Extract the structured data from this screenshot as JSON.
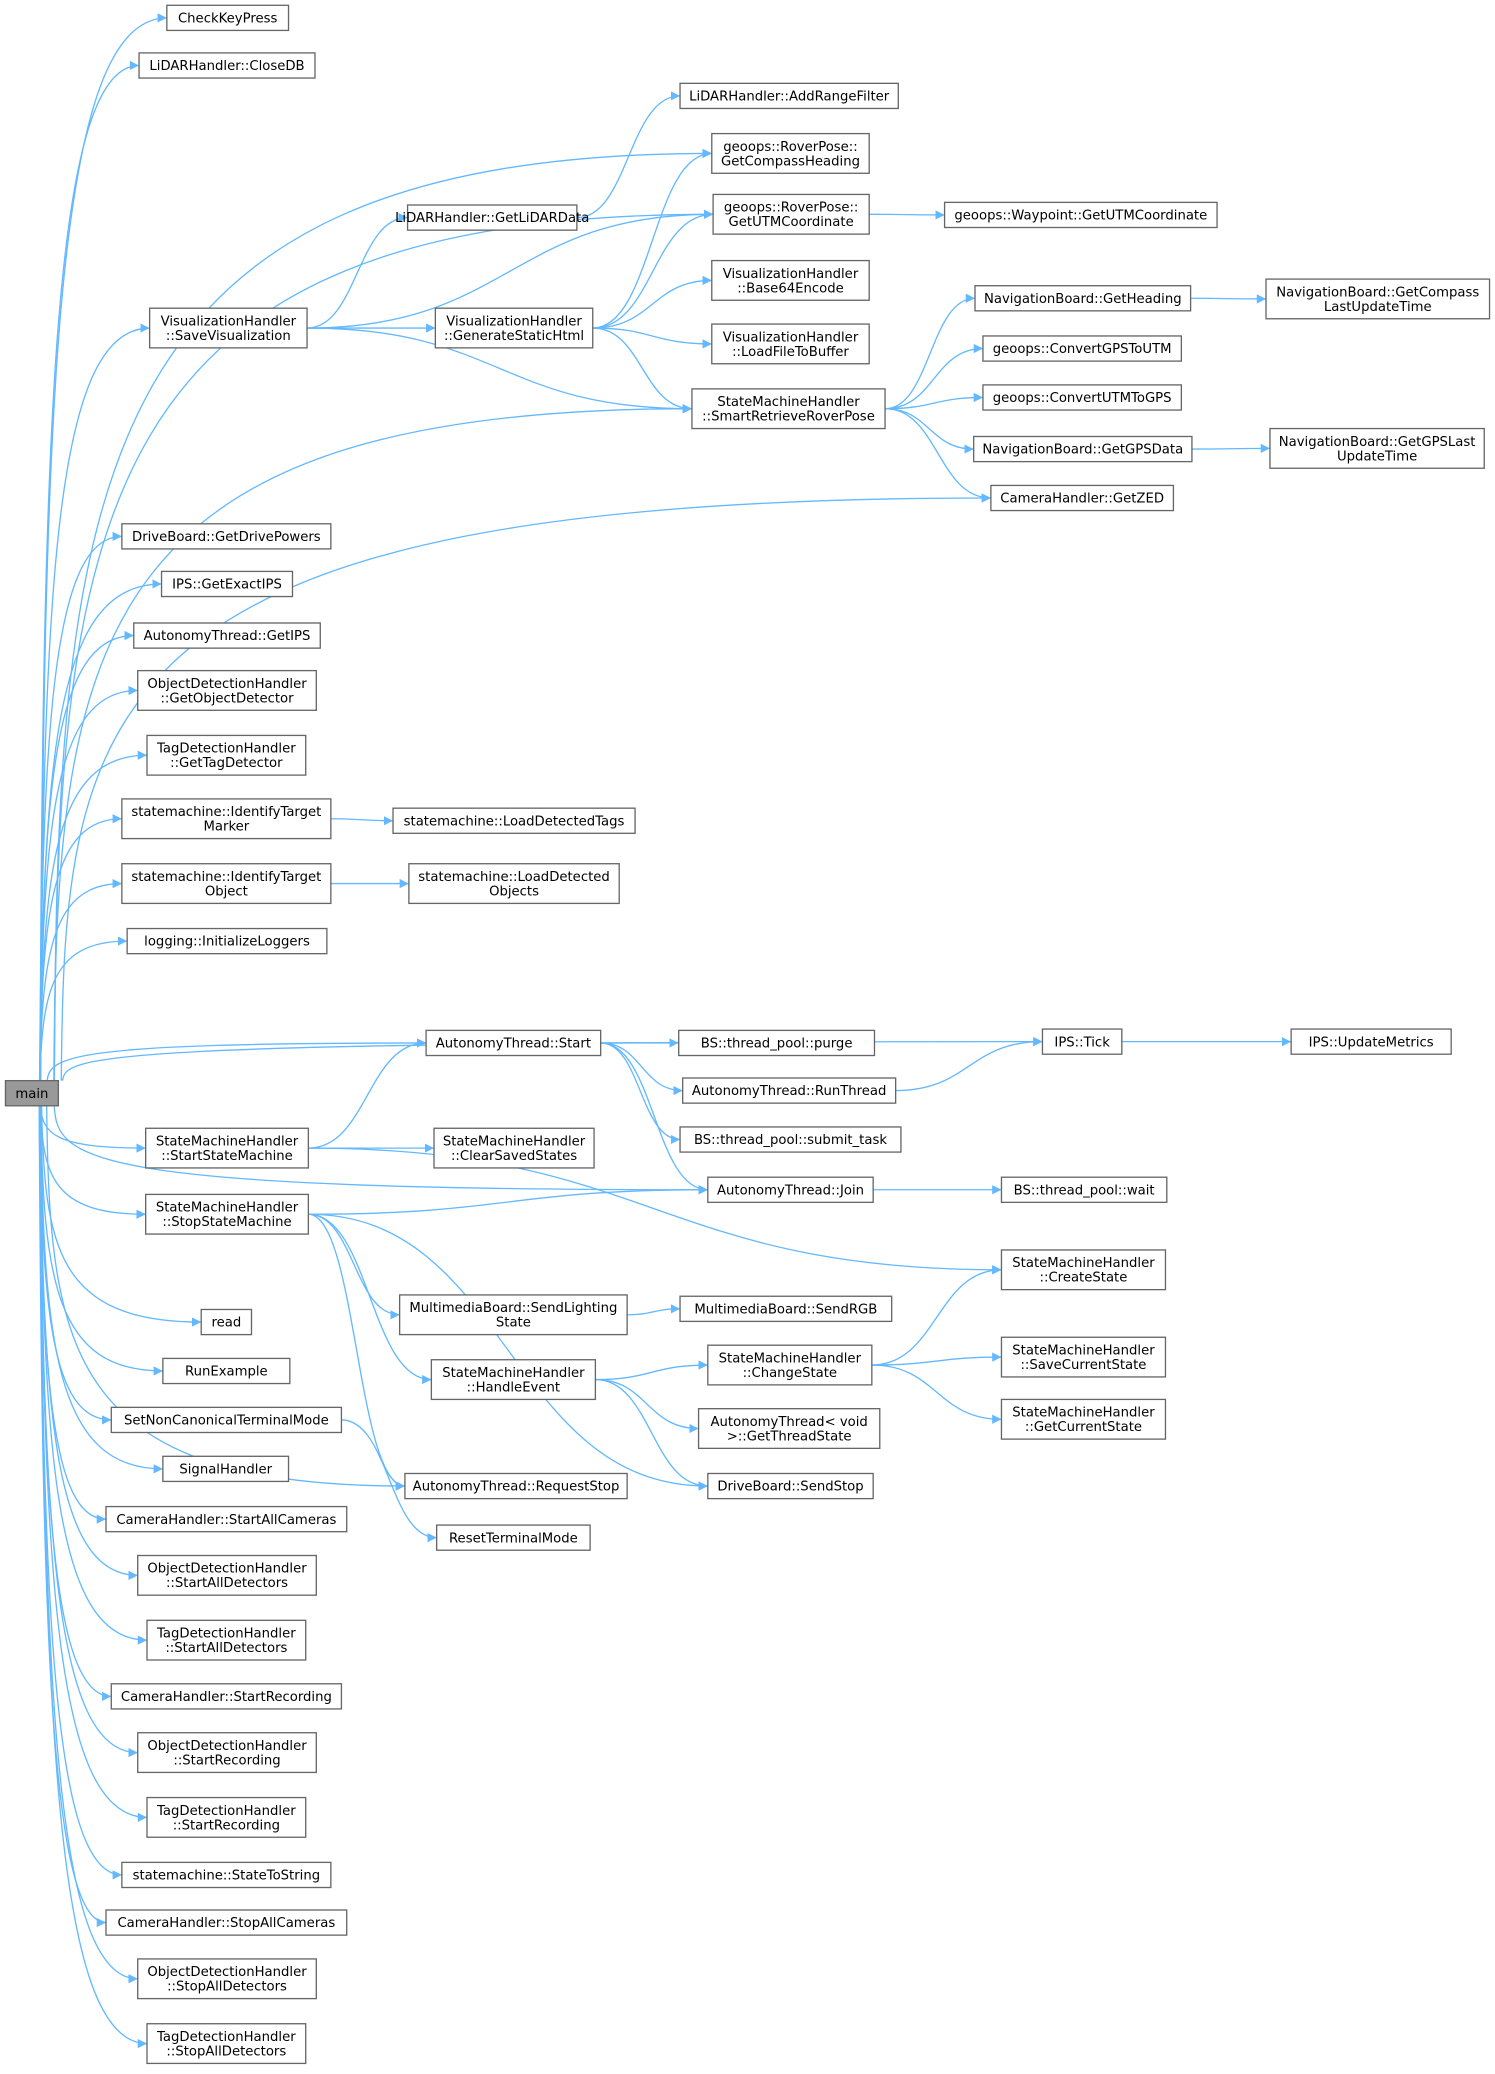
{
  "colors": {
    "edge": "#63b8ff",
    "root_fill": "#999999",
    "node_border": "#666666"
  },
  "nodes": [
    {
      "id": "main",
      "lines": [
        "main"
      ]
    },
    {
      "id": "checkkey",
      "lines": [
        "CheckKeyPress"
      ]
    },
    {
      "id": "closedb",
      "lines": [
        "LiDARHandler::CloseDB"
      ]
    },
    {
      "id": "addrange",
      "lines": [
        "LiDARHandler::AddRangeFilter"
      ]
    },
    {
      "id": "compass",
      "lines": [
        "geoops::RoverPose::",
        "GetCompassHeading"
      ]
    },
    {
      "id": "lidardata",
      "lines": [
        "LiDARHandler::GetLiDARData"
      ]
    },
    {
      "id": "roverutm",
      "lines": [
        "geoops::RoverPose::",
        "GetUTMCoordinate"
      ]
    },
    {
      "id": "wputm",
      "lines": [
        "geoops::Waypoint::GetUTMCoordinate"
      ]
    },
    {
      "id": "b64",
      "lines": [
        "VisualizationHandler",
        "::Base64Encode"
      ]
    },
    {
      "id": "savevis",
      "lines": [
        "VisualizationHandler",
        "::SaveVisualization"
      ]
    },
    {
      "id": "genhtml",
      "lines": [
        "VisualizationHandler",
        "::GenerateStaticHtml"
      ]
    },
    {
      "id": "getheading",
      "lines": [
        "NavigationBoard::GetHeading"
      ]
    },
    {
      "id": "compassupd",
      "lines": [
        "NavigationBoard::GetCompass",
        "LastUpdateTime"
      ]
    },
    {
      "id": "loadfile",
      "lines": [
        "VisualizationHandler",
        "::LoadFileToBuffer"
      ]
    },
    {
      "id": "gps2utm",
      "lines": [
        "geoops::ConvertGPSToUTM"
      ]
    },
    {
      "id": "smartpose",
      "lines": [
        "StateMachineHandler",
        "::SmartRetrieveRoverPose"
      ]
    },
    {
      "id": "utm2gps",
      "lines": [
        "geoops::ConvertUTMToGPS"
      ]
    },
    {
      "id": "gpsdata",
      "lines": [
        "NavigationBoard::GetGPSData"
      ]
    },
    {
      "id": "gpsupd",
      "lines": [
        "NavigationBoard::GetGPSLast",
        "UpdateTime"
      ]
    },
    {
      "id": "getzed",
      "lines": [
        "CameraHandler::GetZED"
      ]
    },
    {
      "id": "drivepowers",
      "lines": [
        "DriveBoard::GetDrivePowers"
      ]
    },
    {
      "id": "exactips",
      "lines": [
        "IPS::GetExactIPS"
      ]
    },
    {
      "id": "getips",
      "lines": [
        "AutonomyThread::GetIPS"
      ]
    },
    {
      "id": "getobjdet",
      "lines": [
        "ObjectDetectionHandler",
        "::GetObjectDetector"
      ]
    },
    {
      "id": "gettagdet",
      "lines": [
        "TagDetectionHandler",
        "::GetTagDetector"
      ]
    },
    {
      "id": "idmarker",
      "lines": [
        "statemachine::IdentifyTarget",
        "Marker"
      ]
    },
    {
      "id": "loadtags",
      "lines": [
        "statemachine::LoadDetectedTags"
      ]
    },
    {
      "id": "idobject",
      "lines": [
        "statemachine::IdentifyTarget",
        "Object"
      ]
    },
    {
      "id": "loadobjs",
      "lines": [
        "statemachine::LoadDetected",
        "Objects"
      ]
    },
    {
      "id": "initlog",
      "lines": [
        "logging::InitializeLoggers"
      ]
    },
    {
      "id": "tick",
      "lines": [
        "IPS::Tick"
      ]
    },
    {
      "id": "updmetrics",
      "lines": [
        "IPS::UpdateMetrics"
      ]
    },
    {
      "id": "start",
      "lines": [
        "AutonomyThread::Start"
      ]
    },
    {
      "id": "purge",
      "lines": [
        "BS::thread_pool::purge"
      ]
    },
    {
      "id": "runthread",
      "lines": [
        "AutonomyThread::RunThread"
      ]
    },
    {
      "id": "startsm",
      "lines": [
        "StateMachineHandler",
        "::StartStateMachine"
      ]
    },
    {
      "id": "clearsaved",
      "lines": [
        "StateMachineHandler",
        "::ClearSavedStates"
      ]
    },
    {
      "id": "submit",
      "lines": [
        "BS::thread_pool::submit_task"
      ]
    },
    {
      "id": "join",
      "lines": [
        "AutonomyThread::Join"
      ]
    },
    {
      "id": "wait",
      "lines": [
        "BS::thread_pool::wait"
      ]
    },
    {
      "id": "stopsm",
      "lines": [
        "StateMachineHandler",
        "::StopStateMachine"
      ]
    },
    {
      "id": "createstate",
      "lines": [
        "StateMachineHandler",
        "::CreateState"
      ]
    },
    {
      "id": "sendlight",
      "lines": [
        "MultimediaBoard::SendLighting",
        "State"
      ]
    },
    {
      "id": "sendrgb",
      "lines": [
        "MultimediaBoard::SendRGB"
      ]
    },
    {
      "id": "read",
      "lines": [
        "read"
      ]
    },
    {
      "id": "changestate",
      "lines": [
        "StateMachineHandler",
        "::ChangeState"
      ]
    },
    {
      "id": "savecur",
      "lines": [
        "StateMachineHandler",
        "::SaveCurrentState"
      ]
    },
    {
      "id": "handleevent",
      "lines": [
        "StateMachineHandler",
        "::HandleEvent"
      ]
    },
    {
      "id": "runexample",
      "lines": [
        "RunExample"
      ]
    },
    {
      "id": "setnoncanon",
      "lines": [
        "SetNonCanonicalTerminalMode"
      ]
    },
    {
      "id": "threadstate",
      "lines": [
        "AutonomyThread< void",
        ">::GetThreadState"
      ]
    },
    {
      "id": "getcur",
      "lines": [
        "StateMachineHandler",
        "::GetCurrentState"
      ]
    },
    {
      "id": "signal",
      "lines": [
        "SignalHandler"
      ]
    },
    {
      "id": "reqstop",
      "lines": [
        "AutonomyThread::RequestStop"
      ]
    },
    {
      "id": "sendstop",
      "lines": [
        "DriveBoard::SendStop"
      ]
    },
    {
      "id": "startcams",
      "lines": [
        "CameraHandler::StartAllCameras"
      ]
    },
    {
      "id": "resetterm",
      "lines": [
        "ResetTerminalMode"
      ]
    },
    {
      "id": "odstartdet",
      "lines": [
        "ObjectDetectionHandler",
        "::StartAllDetectors"
      ]
    },
    {
      "id": "tdstartdet",
      "lines": [
        "TagDetectionHandler",
        "::StartAllDetectors"
      ]
    },
    {
      "id": "camrec",
      "lines": [
        "CameraHandler::StartRecording"
      ]
    },
    {
      "id": "odrec",
      "lines": [
        "ObjectDetectionHandler",
        "::StartRecording"
      ]
    },
    {
      "id": "tdrec",
      "lines": [
        "TagDetectionHandler",
        "::StartRecording"
      ]
    },
    {
      "id": "state2str",
      "lines": [
        "statemachine::StateToString"
      ]
    },
    {
      "id": "stopcams",
      "lines": [
        "CameraHandler::StopAllCameras"
      ]
    },
    {
      "id": "odstopdet",
      "lines": [
        "ObjectDetectionHandler",
        "::StopAllDetectors"
      ]
    },
    {
      "id": "tdstopdet",
      "lines": [
        "TagDetectionHandler",
        "::StopAllDetectors"
      ]
    }
  ],
  "edges": [
    [
      "main",
      "checkkey"
    ],
    [
      "main",
      "closedb"
    ],
    [
      "main",
      "compass"
    ],
    [
      "main",
      "roverutm"
    ],
    [
      "main",
      "savevis"
    ],
    [
      "main",
      "smartpose"
    ],
    [
      "main",
      "getzed"
    ],
    [
      "main",
      "drivepowers"
    ],
    [
      "main",
      "exactips"
    ],
    [
      "main",
      "getips"
    ],
    [
      "main",
      "getobjdet"
    ],
    [
      "main",
      "gettagdet"
    ],
    [
      "main",
      "idmarker"
    ],
    [
      "main",
      "idobject"
    ],
    [
      "main",
      "initlog"
    ],
    [
      "main",
      "tick"
    ],
    [
      "main",
      "start"
    ],
    [
      "main",
      "join"
    ],
    [
      "main",
      "startsm"
    ],
    [
      "main",
      "stopsm"
    ],
    [
      "main",
      "reqstop"
    ],
    [
      "main",
      "read"
    ],
    [
      "main",
      "runexample"
    ],
    [
      "main",
      "setnoncanon"
    ],
    [
      "main",
      "signal"
    ],
    [
      "main",
      "startcams"
    ],
    [
      "main",
      "odstartdet"
    ],
    [
      "main",
      "tdstartdet"
    ],
    [
      "main",
      "camrec"
    ],
    [
      "main",
      "odrec"
    ],
    [
      "main",
      "tdrec"
    ],
    [
      "main",
      "state2str"
    ],
    [
      "main",
      "stopcams"
    ],
    [
      "main",
      "odstopdet"
    ],
    [
      "main",
      "tdstopdet"
    ],
    [
      "lidardata",
      "addrange"
    ],
    [
      "savevis",
      "lidardata"
    ],
    [
      "savevis",
      "roverutm"
    ],
    [
      "savevis",
      "genhtml"
    ],
    [
      "savevis",
      "smartpose"
    ],
    [
      "genhtml",
      "compass"
    ],
    [
      "genhtml",
      "roverutm"
    ],
    [
      "genhtml",
      "b64"
    ],
    [
      "genhtml",
      "loadfile"
    ],
    [
      "genhtml",
      "smartpose"
    ],
    [
      "roverutm",
      "wputm"
    ],
    [
      "smartpose",
      "getheading"
    ],
    [
      "smartpose",
      "gps2utm"
    ],
    [
      "smartpose",
      "utm2gps"
    ],
    [
      "smartpose",
      "gpsdata"
    ],
    [
      "smartpose",
      "getzed"
    ],
    [
      "getheading",
      "compassupd"
    ],
    [
      "gpsdata",
      "gpsupd"
    ],
    [
      "idmarker",
      "loadtags"
    ],
    [
      "idobject",
      "loadobjs"
    ],
    [
      "tick",
      "updmetrics"
    ],
    [
      "start",
      "purge"
    ],
    [
      "start",
      "runthread"
    ],
    [
      "start",
      "submit"
    ],
    [
      "start",
      "join"
    ],
    [
      "runthread",
      "tick"
    ],
    [
      "startsm",
      "start"
    ],
    [
      "startsm",
      "clearsaved"
    ],
    [
      "startsm",
      "createstate"
    ],
    [
      "stopsm",
      "join"
    ],
    [
      "stopsm",
      "sendlight"
    ],
    [
      "stopsm",
      "handleevent"
    ],
    [
      "stopsm",
      "reqstop"
    ],
    [
      "stopsm",
      "sendstop"
    ],
    [
      "sendlight",
      "sendrgb"
    ],
    [
      "handleevent",
      "changestate"
    ],
    [
      "handleevent",
      "threadstate"
    ],
    [
      "handleevent",
      "sendstop"
    ],
    [
      "changestate",
      "createstate"
    ],
    [
      "changestate",
      "savecur"
    ],
    [
      "changestate",
      "getcur"
    ],
    [
      "setnoncanon",
      "resetterm"
    ],
    [
      "join",
      "wait"
    ]
  ]
}
